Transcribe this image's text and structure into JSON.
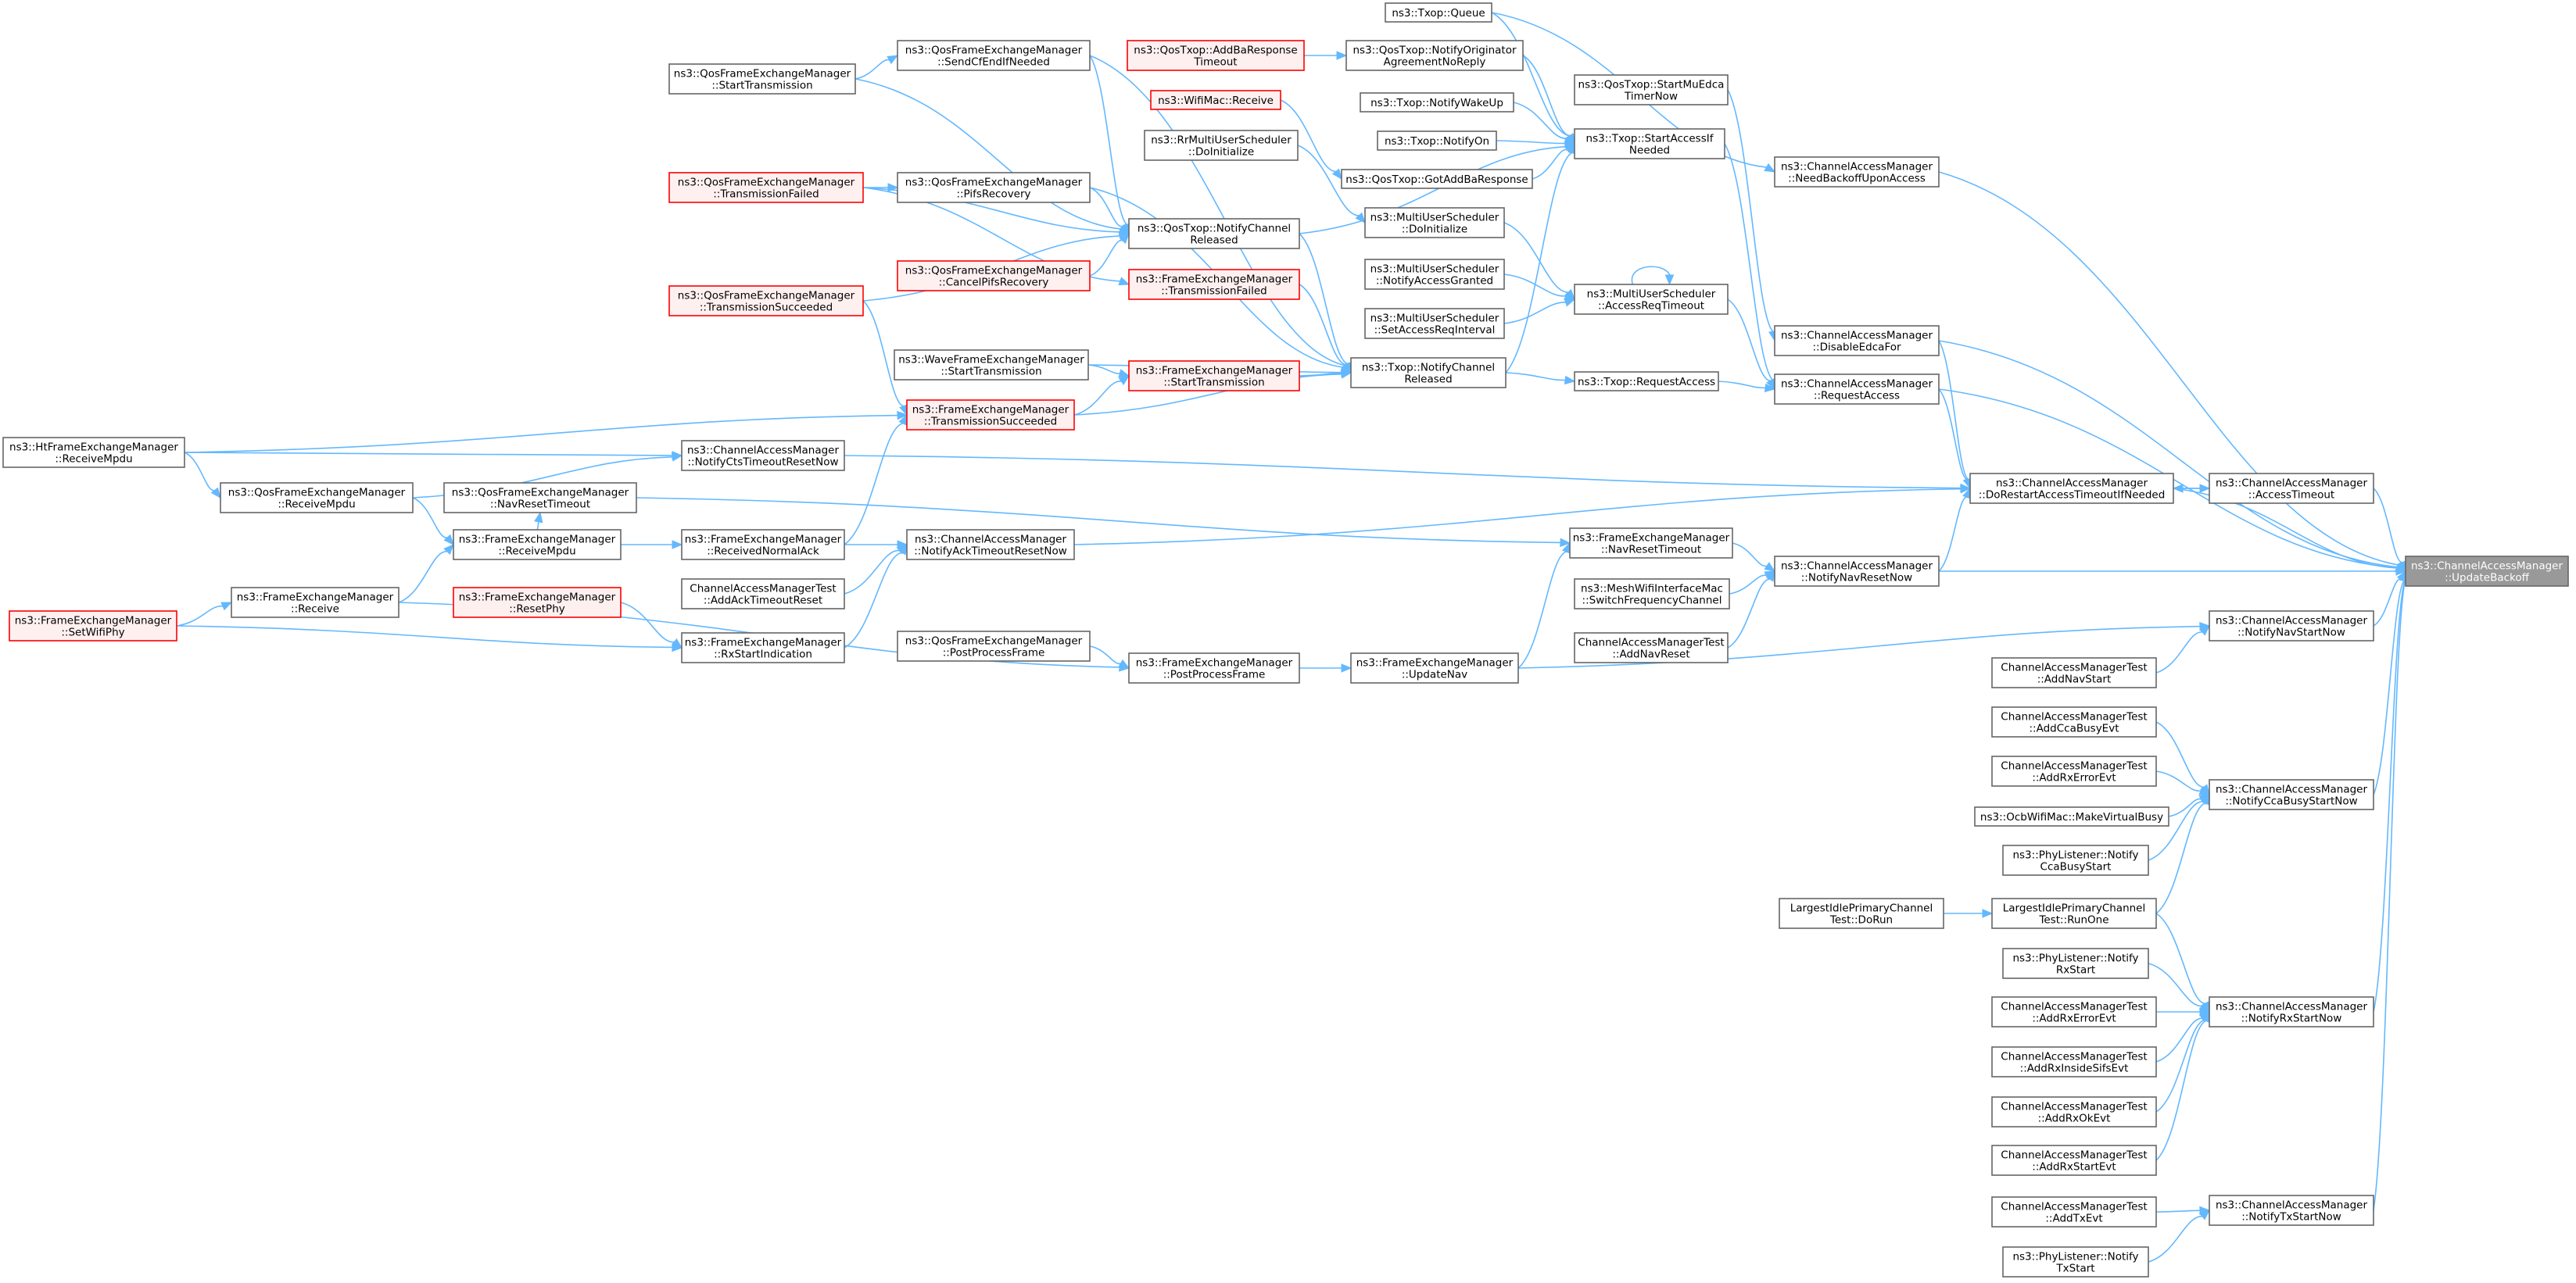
{
  "colors": {
    "edge": "#63b8ff",
    "node_border": "#666666",
    "node_fill": "#ffffff",
    "red_border": "#ff0000",
    "red_fill": "#fff0f0",
    "target_fill": "#999999",
    "target_text": "#ffffff"
  },
  "nodes": [
    {
      "id": "UB",
      "lines": [
        "ns3::ChannelAccessManager",
        "::UpdateBackoff"
      ],
      "style": "target"
    },
    {
      "id": "NBUA",
      "lines": [
        "ns3::ChannelAccessManager",
        "::NeedBackoffUponAccess"
      ],
      "style": "normal"
    },
    {
      "id": "DEF",
      "lines": [
        "ns3::ChannelAccessManager",
        "::DisableEdcaFor"
      ],
      "style": "normal"
    },
    {
      "id": "CAM_RA",
      "lines": [
        "ns3::ChannelAccessManager",
        "::RequestAccess"
      ],
      "style": "normal"
    },
    {
      "id": "DRAT",
      "lines": [
        "ns3::ChannelAccessManager",
        "::DoRestartAccessTimeoutIfNeeded"
      ],
      "style": "normal"
    },
    {
      "id": "AT",
      "lines": [
        "ns3::ChannelAccessManager",
        "::AccessTimeout"
      ],
      "style": "normal"
    },
    {
      "id": "NNRN",
      "lines": [
        "ns3::ChannelAccessManager",
        "::NotifyNavResetNow"
      ],
      "style": "normal"
    },
    {
      "id": "NNSN",
      "lines": [
        "ns3::ChannelAccessManager",
        "::NotifyNavStartNow"
      ],
      "style": "normal"
    },
    {
      "id": "NCBSN",
      "lines": [
        "ns3::ChannelAccessManager",
        "::NotifyCcaBusyStartNow"
      ],
      "style": "normal"
    },
    {
      "id": "NRSN",
      "lines": [
        "ns3::ChannelAccessManager",
        "::NotifyRxStartNow"
      ],
      "style": "normal"
    },
    {
      "id": "NTSN",
      "lines": [
        "ns3::ChannelAccessManager",
        "::NotifyTxStartNow"
      ],
      "style": "normal"
    },
    {
      "id": "T_Q",
      "lines": [
        "ns3::Txop::Queue"
      ],
      "style": "normal"
    },
    {
      "id": "QT_SMETN",
      "lines": [
        "ns3::QosTxop::StartMuEdca",
        "TimerNow"
      ],
      "style": "normal"
    },
    {
      "id": "T_SAIN",
      "lines": [
        "ns3::Txop::StartAccessIf",
        "Needed"
      ],
      "style": "normal"
    },
    {
      "id": "MUS_ART",
      "lines": [
        "ns3::MultiUserScheduler",
        "::AccessReqTimeout"
      ],
      "style": "normal"
    },
    {
      "id": "T_NCR",
      "lines": [
        "ns3::Txop::NotifyChannel",
        "Released"
      ],
      "style": "normal"
    },
    {
      "id": "T_RA",
      "lines": [
        "ns3::Txop::RequestAccess"
      ],
      "style": "normal"
    },
    {
      "id": "FEM_NRT",
      "lines": [
        "ns3::FrameExchangeManager",
        "::NavResetTimeout"
      ],
      "style": "normal"
    },
    {
      "id": "MWIM_SFC",
      "lines": [
        "ns3::MeshWifiInterfaceMac",
        "::SwitchFrequencyChannel"
      ],
      "style": "normal"
    },
    {
      "id": "CAMT_ANR",
      "lines": [
        "ChannelAccessManagerTest",
        "::AddNavReset"
      ],
      "style": "normal"
    },
    {
      "id": "FEM_UN",
      "lines": [
        "ns3::FrameExchangeManager",
        "::UpdateNav"
      ],
      "style": "normal"
    },
    {
      "id": "CAMT_ANS",
      "lines": [
        "ChannelAccessManagerTest",
        "::AddNavStart"
      ],
      "style": "normal"
    },
    {
      "id": "CAMT_ACBE",
      "lines": [
        "ChannelAccessManagerTest",
        "::AddCcaBusyEvt"
      ],
      "style": "normal"
    },
    {
      "id": "CAMT_ARXE1",
      "lines": [
        "ChannelAccessManagerTest",
        "::AddRxErrorEvt"
      ],
      "style": "normal"
    },
    {
      "id": "OWM_MVB",
      "lines": [
        "ns3::OcbWifiMac::MakeVirtualBusy"
      ],
      "style": "normal"
    },
    {
      "id": "PL_NCBS",
      "lines": [
        "ns3::PhyListener::Notify",
        "CcaBusyStart"
      ],
      "style": "normal"
    },
    {
      "id": "LIPCT_RO",
      "lines": [
        "LargestIdlePrimaryChannel",
        "Test::RunOne"
      ],
      "style": "normal"
    },
    {
      "id": "LIPCT_DR",
      "lines": [
        "LargestIdlePrimaryChannel",
        "Test::DoRun"
      ],
      "style": "normal"
    },
    {
      "id": "PL_NRS",
      "lines": [
        "ns3::PhyListener::Notify",
        "RxStart"
      ],
      "style": "normal"
    },
    {
      "id": "CAMT_ARXE2",
      "lines": [
        "ChannelAccessManagerTest",
        "::AddRxErrorEvt"
      ],
      "style": "normal"
    },
    {
      "id": "CAMT_ARISE",
      "lines": [
        "ChannelAccessManagerTest",
        "::AddRxInsideSifsEvt"
      ],
      "style": "normal"
    },
    {
      "id": "CAMT_AROE",
      "lines": [
        "ChannelAccessManagerTest",
        "::AddRxOkEvt"
      ],
      "style": "normal"
    },
    {
      "id": "CAMT_ARSE",
      "lines": [
        "ChannelAccessManagerTest",
        "::AddRxStartEvt"
      ],
      "style": "normal"
    },
    {
      "id": "CAMT_ATE",
      "lines": [
        "ChannelAccessManagerTest",
        "::AddTxEvt"
      ],
      "style": "normal"
    },
    {
      "id": "PL_NTS",
      "lines": [
        "ns3::PhyListener::Notify",
        "TxStart"
      ],
      "style": "normal"
    },
    {
      "id": "QT_ABRT",
      "lines": [
        "ns3::QosTxop::AddBaResponse",
        "Timeout"
      ],
      "style": "red"
    },
    {
      "id": "QT_NOANR",
      "lines": [
        "ns3::QosTxop::NotifyOriginator",
        "AgreementNoReply"
      ],
      "style": "normal"
    },
    {
      "id": "WM_R",
      "lines": [
        "ns3::WifiMac::Receive"
      ],
      "style": "red"
    },
    {
      "id": "T_NWU",
      "lines": [
        "ns3::Txop::NotifyWakeUp"
      ],
      "style": "normal"
    },
    {
      "id": "T_NO",
      "lines": [
        "ns3::Txop::NotifyOn"
      ],
      "style": "normal"
    },
    {
      "id": "QT_GABR",
      "lines": [
        "ns3::QosTxop::GotAddBaResponse"
      ],
      "style": "normal"
    },
    {
      "id": "RRMUS_DI",
      "lines": [
        "ns3::RrMultiUserScheduler",
        "::DoInitialize"
      ],
      "style": "normal"
    },
    {
      "id": "MUS_DI",
      "lines": [
        "ns3::MultiUserScheduler",
        "::DoInitialize"
      ],
      "style": "normal"
    },
    {
      "id": "MUS_NAG",
      "lines": [
        "ns3::MultiUserScheduler",
        "::NotifyAccessGranted"
      ],
      "style": "normal"
    },
    {
      "id": "MUS_SARI",
      "lines": [
        "ns3::MultiUserScheduler",
        "::SetAccessReqInterval"
      ],
      "style": "normal"
    },
    {
      "id": "QFEM_SCEN",
      "lines": [
        "ns3::QosFrameExchangeManager",
        "::SendCfEndIfNeeded"
      ],
      "style": "normal"
    },
    {
      "id": "QFEM_ST",
      "lines": [
        "ns3::QosFrameExchangeManager",
        "::StartTransmission"
      ],
      "style": "normal"
    },
    {
      "id": "QT_NCR",
      "lines": [
        "ns3::QosTxop::NotifyChannel",
        "Released"
      ],
      "style": "normal"
    },
    {
      "id": "QFEM_TF",
      "lines": [
        "ns3::QosFrameExchangeManager",
        "::TransmissionFailed"
      ],
      "style": "red"
    },
    {
      "id": "QFEM_PR",
      "lines": [
        "ns3::QosFrameExchangeManager",
        "::PifsRecovery"
      ],
      "style": "normal"
    },
    {
      "id": "QFEM_CPR",
      "lines": [
        "ns3::QosFrameExchangeManager",
        "::CancelPifsRecovery"
      ],
      "style": "red"
    },
    {
      "id": "QFEM_TS",
      "lines": [
        "ns3::QosFrameExchangeManager",
        "::TransmissionSucceeded"
      ],
      "style": "red"
    },
    {
      "id": "FEM_TF",
      "lines": [
        "ns3::FrameExchangeManager",
        "::TransmissionFailed"
      ],
      "style": "red"
    },
    {
      "id": "WFEM_ST",
      "lines": [
        "ns3::WaveFrameExchangeManager",
        "::StartTransmission"
      ],
      "style": "normal"
    },
    {
      "id": "FEM_ST",
      "lines": [
        "ns3::FrameExchangeManager",
        "::StartTransmission"
      ],
      "style": "red"
    },
    {
      "id": "FEM_TS",
      "lines": [
        "ns3::FrameExchangeManager",
        "::TransmissionSucceeded"
      ],
      "style": "red"
    },
    {
      "id": "HTFEM_RM",
      "lines": [
        "ns3::HtFrameExchangeManager",
        "::ReceiveMpdu"
      ],
      "style": "normal"
    },
    {
      "id": "CAM_NCTRN",
      "lines": [
        "ns3::ChannelAccessManager",
        "::NotifyCtsTimeoutResetNow"
      ],
      "style": "normal"
    },
    {
      "id": "QFEM_RM",
      "lines": [
        "ns3::QosFrameExchangeManager",
        "::ReceiveMpdu"
      ],
      "style": "normal"
    },
    {
      "id": "QFEM_NRT",
      "lines": [
        "ns3::QosFrameExchangeManager",
        "::NavResetTimeout"
      ],
      "style": "normal"
    },
    {
      "id": "FEM_RM",
      "lines": [
        "ns3::FrameExchangeManager",
        "::ReceiveMpdu"
      ],
      "style": "normal"
    },
    {
      "id": "FEM_RNA",
      "lines": [
        "ns3::FrameExchangeManager",
        "::ReceivedNormalAck"
      ],
      "style": "normal"
    },
    {
      "id": "CAM_NATRN",
      "lines": [
        "ns3::ChannelAccessManager",
        "::NotifyAckTimeoutResetNow"
      ],
      "style": "normal"
    },
    {
      "id": "CAMT_AATR",
      "lines": [
        "ChannelAccessManagerTest",
        "::AddAckTimeoutReset"
      ],
      "style": "normal"
    },
    {
      "id": "FEM_R",
      "lines": [
        "ns3::FrameExchangeManager",
        "::Receive"
      ],
      "style": "normal"
    },
    {
      "id": "FEM_RP",
      "lines": [
        "ns3::FrameExchangeManager",
        "::ResetPhy"
      ],
      "style": "red"
    },
    {
      "id": "FEM_SWP",
      "lines": [
        "ns3::FrameExchangeManager",
        "::SetWifiPhy"
      ],
      "style": "red"
    },
    {
      "id": "FEM_RSI",
      "lines": [
        "ns3::FrameExchangeManager",
        "::RxStartIndication"
      ],
      "style": "normal"
    },
    {
      "id": "QFEM_PPF",
      "lines": [
        "ns3::QosFrameExchangeManager",
        "::PostProcessFrame"
      ],
      "style": "normal"
    },
    {
      "id": "FEM_PPF",
      "lines": [
        "ns3::FrameExchangeManager",
        "::PostProcessFrame"
      ],
      "style": "normal"
    }
  ],
  "edges": [
    {
      "from": "NBUA",
      "to": "UB"
    },
    {
      "from": "DEF",
      "to": "UB"
    },
    {
      "from": "CAM_RA",
      "to": "UB"
    },
    {
      "from": "DRAT",
      "to": "UB"
    },
    {
      "from": "AT",
      "to": "UB"
    },
    {
      "from": "NNRN",
      "to": "UB"
    },
    {
      "from": "NNSN",
      "to": "UB"
    },
    {
      "from": "NCBSN",
      "to": "UB"
    },
    {
      "from": "NRSN",
      "to": "UB"
    },
    {
      "from": "NTSN",
      "to": "UB"
    },
    {
      "from": "T_Q",
      "to": "NBUA"
    },
    {
      "from": "QT_SMETN",
      "to": "DEF"
    },
    {
      "from": "T_SAIN",
      "to": "CAM_RA"
    },
    {
      "from": "MUS_ART",
      "to": "CAM_RA"
    },
    {
      "from": "T_RA",
      "to": "CAM_RA"
    },
    {
      "from": "CAM_RA",
      "to": "DRAT"
    },
    {
      "from": "DEF",
      "to": "DRAT"
    },
    {
      "from": "NNRN",
      "to": "DRAT"
    },
    {
      "from": "AT",
      "to": "DRAT"
    },
    {
      "from": "DRAT",
      "to": "AT"
    },
    {
      "from": "CAM_NCTRN",
      "to": "DRAT"
    },
    {
      "from": "CAM_NATRN",
      "to": "DRAT"
    },
    {
      "from": "FEM_NRT",
      "to": "NNRN"
    },
    {
      "from": "MWIM_SFC",
      "to": "NNRN"
    },
    {
      "from": "CAMT_ANR",
      "to": "NNRN"
    },
    {
      "from": "FEM_UN",
      "to": "NNSN"
    },
    {
      "from": "CAMT_ANS",
      "to": "NNSN"
    },
    {
      "from": "CAMT_ACBE",
      "to": "NCBSN"
    },
    {
      "from": "CAMT_ARXE1",
      "to": "NCBSN"
    },
    {
      "from": "OWM_MVB",
      "to": "NCBSN"
    },
    {
      "from": "PL_NCBS",
      "to": "NCBSN"
    },
    {
      "from": "LIPCT_RO",
      "to": "NCBSN"
    },
    {
      "from": "LIPCT_RO",
      "to": "NRSN"
    },
    {
      "from": "LIPCT_DR",
      "to": "LIPCT_RO"
    },
    {
      "from": "PL_NRS",
      "to": "NRSN"
    },
    {
      "from": "CAMT_ARXE2",
      "to": "NRSN"
    },
    {
      "from": "CAMT_ARISE",
      "to": "NRSN"
    },
    {
      "from": "CAMT_AROE",
      "to": "NRSN"
    },
    {
      "from": "CAMT_ARSE",
      "to": "NRSN"
    },
    {
      "from": "CAMT_ATE",
      "to": "NTSN"
    },
    {
      "from": "PL_NTS",
      "to": "NTSN"
    },
    {
      "from": "T_Q",
      "to": "T_SAIN"
    },
    {
      "from": "QT_NOANR",
      "to": "T_SAIN"
    },
    {
      "from": "T_NWU",
      "to": "T_SAIN"
    },
    {
      "from": "T_NO",
      "to": "T_SAIN"
    },
    {
      "from": "QT_GABR",
      "to": "T_SAIN"
    },
    {
      "from": "QT_NCR",
      "to": "T_SAIN"
    },
    {
      "from": "T_NCR",
      "to": "T_SAIN"
    },
    {
      "from": "QT_ABRT",
      "to": "QT_NOANR"
    },
    {
      "from": "WM_R",
      "to": "QT_GABR"
    },
    {
      "from": "MUS_ART",
      "to": "MUS_ART"
    },
    {
      "from": "MUS_DI",
      "to": "MUS_ART"
    },
    {
      "from": "MUS_NAG",
      "to": "MUS_ART"
    },
    {
      "from": "MUS_SARI",
      "to": "MUS_ART"
    },
    {
      "from": "RRMUS_DI",
      "to": "MUS_DI"
    },
    {
      "from": "T_NCR",
      "to": "T_RA"
    },
    {
      "from": "QT_NCR",
      "to": "T_NCR"
    },
    {
      "from": "FEM_TF",
      "to": "T_NCR"
    },
    {
      "from": "WFEM_ST",
      "to": "T_NCR"
    },
    {
      "from": "FEM_ST",
      "to": "T_NCR"
    },
    {
      "from": "FEM_TS",
      "to": "T_NCR"
    },
    {
      "from": "QFEM_SCEN",
      "to": "T_NCR"
    },
    {
      "from": "QFEM_PR",
      "to": "T_NCR"
    },
    {
      "from": "QFEM_SCEN",
      "to": "QT_NCR"
    },
    {
      "from": "QFEM_ST",
      "to": "QT_NCR"
    },
    {
      "from": "QFEM_TF",
      "to": "QT_NCR"
    },
    {
      "from": "QFEM_PR",
      "to": "QT_NCR"
    },
    {
      "from": "QFEM_CPR",
      "to": "QT_NCR"
    },
    {
      "from": "QFEM_TS",
      "to": "QT_NCR"
    },
    {
      "from": "QFEM_ST",
      "to": "QFEM_SCEN"
    },
    {
      "from": "QFEM_TF",
      "to": "QFEM_PR"
    },
    {
      "from": "QFEM_TF",
      "to": "FEM_TF"
    },
    {
      "from": "QFEM_TS",
      "to": "FEM_TS"
    },
    {
      "from": "WFEM_ST",
      "to": "FEM_ST"
    },
    {
      "from": "FEM_TS",
      "to": "FEM_ST"
    },
    {
      "from": "FEM_RNA",
      "to": "FEM_TS"
    },
    {
      "from": "HTFEM_RM",
      "to": "FEM_TS"
    },
    {
      "from": "HTFEM_RM",
      "to": "CAM_NCTRN"
    },
    {
      "from": "QFEM_RM",
      "to": "CAM_NCTRN"
    },
    {
      "from": "HTFEM_RM",
      "to": "QFEM_RM"
    },
    {
      "from": "QFEM_RM",
      "to": "FEM_RM"
    },
    {
      "from": "FEM_RM",
      "to": "QFEM_NRT"
    },
    {
      "from": "QFEM_NRT",
      "to": "FEM_NRT"
    },
    {
      "from": "FEM_RM",
      "to": "FEM_RNA"
    },
    {
      "from": "FEM_RNA",
      "to": "CAM_NATRN"
    },
    {
      "from": "CAMT_AATR",
      "to": "CAM_NATRN"
    },
    {
      "from": "FEM_RSI",
      "to": "CAM_NATRN"
    },
    {
      "from": "FEM_R",
      "to": "FEM_RM"
    },
    {
      "from": "FEM_R",
      "to": "FEM_PPF"
    },
    {
      "from": "FEM_SWP",
      "to": "FEM_R"
    },
    {
      "from": "FEM_SWP",
      "to": "FEM_RSI"
    },
    {
      "from": "FEM_RP",
      "to": "FEM_RSI"
    },
    {
      "from": "QFEM_PPF",
      "to": "FEM_PPF"
    },
    {
      "from": "FEM_PPF",
      "to": "FEM_UN"
    },
    {
      "from": "FEM_UN",
      "to": "FEM_NRT"
    }
  ]
}
